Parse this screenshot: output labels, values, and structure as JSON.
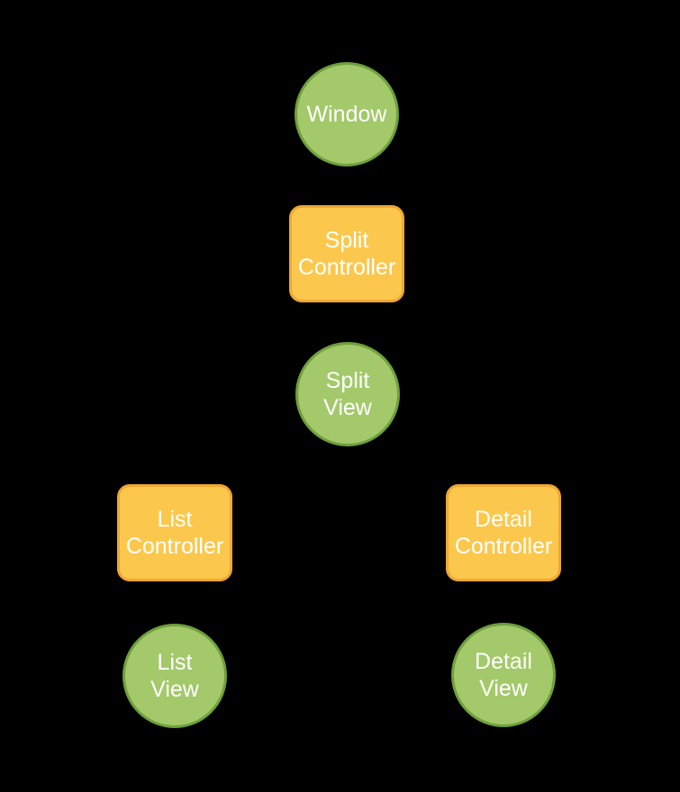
{
  "diagram": {
    "background_color": "#000000",
    "colors": {
      "background": "#000000",
      "view_fill": "#a3c96a",
      "view_border": "#6fa03c",
      "controller_fill": "#fbc84d",
      "controller_border": "#f0a733",
      "label_text": "#ffffff"
    },
    "nodes": [
      {
        "id": "window",
        "shape": "circle",
        "role": "view",
        "label": "Window",
        "line1": "Window"
      },
      {
        "id": "split-controller",
        "shape": "rounded-square",
        "role": "controller",
        "label": "Split Controller",
        "line1": "Split",
        "line2": "Controller"
      },
      {
        "id": "split-view",
        "shape": "circle",
        "role": "view",
        "label": "Split View",
        "line1": "Split",
        "line2": "View"
      },
      {
        "id": "list-controller",
        "shape": "rounded-square",
        "role": "controller",
        "label": "List Controller",
        "line1": "List",
        "line2": "Controller"
      },
      {
        "id": "detail-controller",
        "shape": "rounded-square",
        "role": "controller",
        "label": "Detail Controller",
        "line1": "Detail",
        "line2": "Controller"
      },
      {
        "id": "list-view",
        "shape": "circle",
        "role": "view",
        "label": "List View",
        "line1": "List",
        "line2": "View"
      },
      {
        "id": "detail-view",
        "shape": "circle",
        "role": "view",
        "label": "Detail View",
        "line1": "Detail",
        "line2": "View"
      }
    ]
  }
}
